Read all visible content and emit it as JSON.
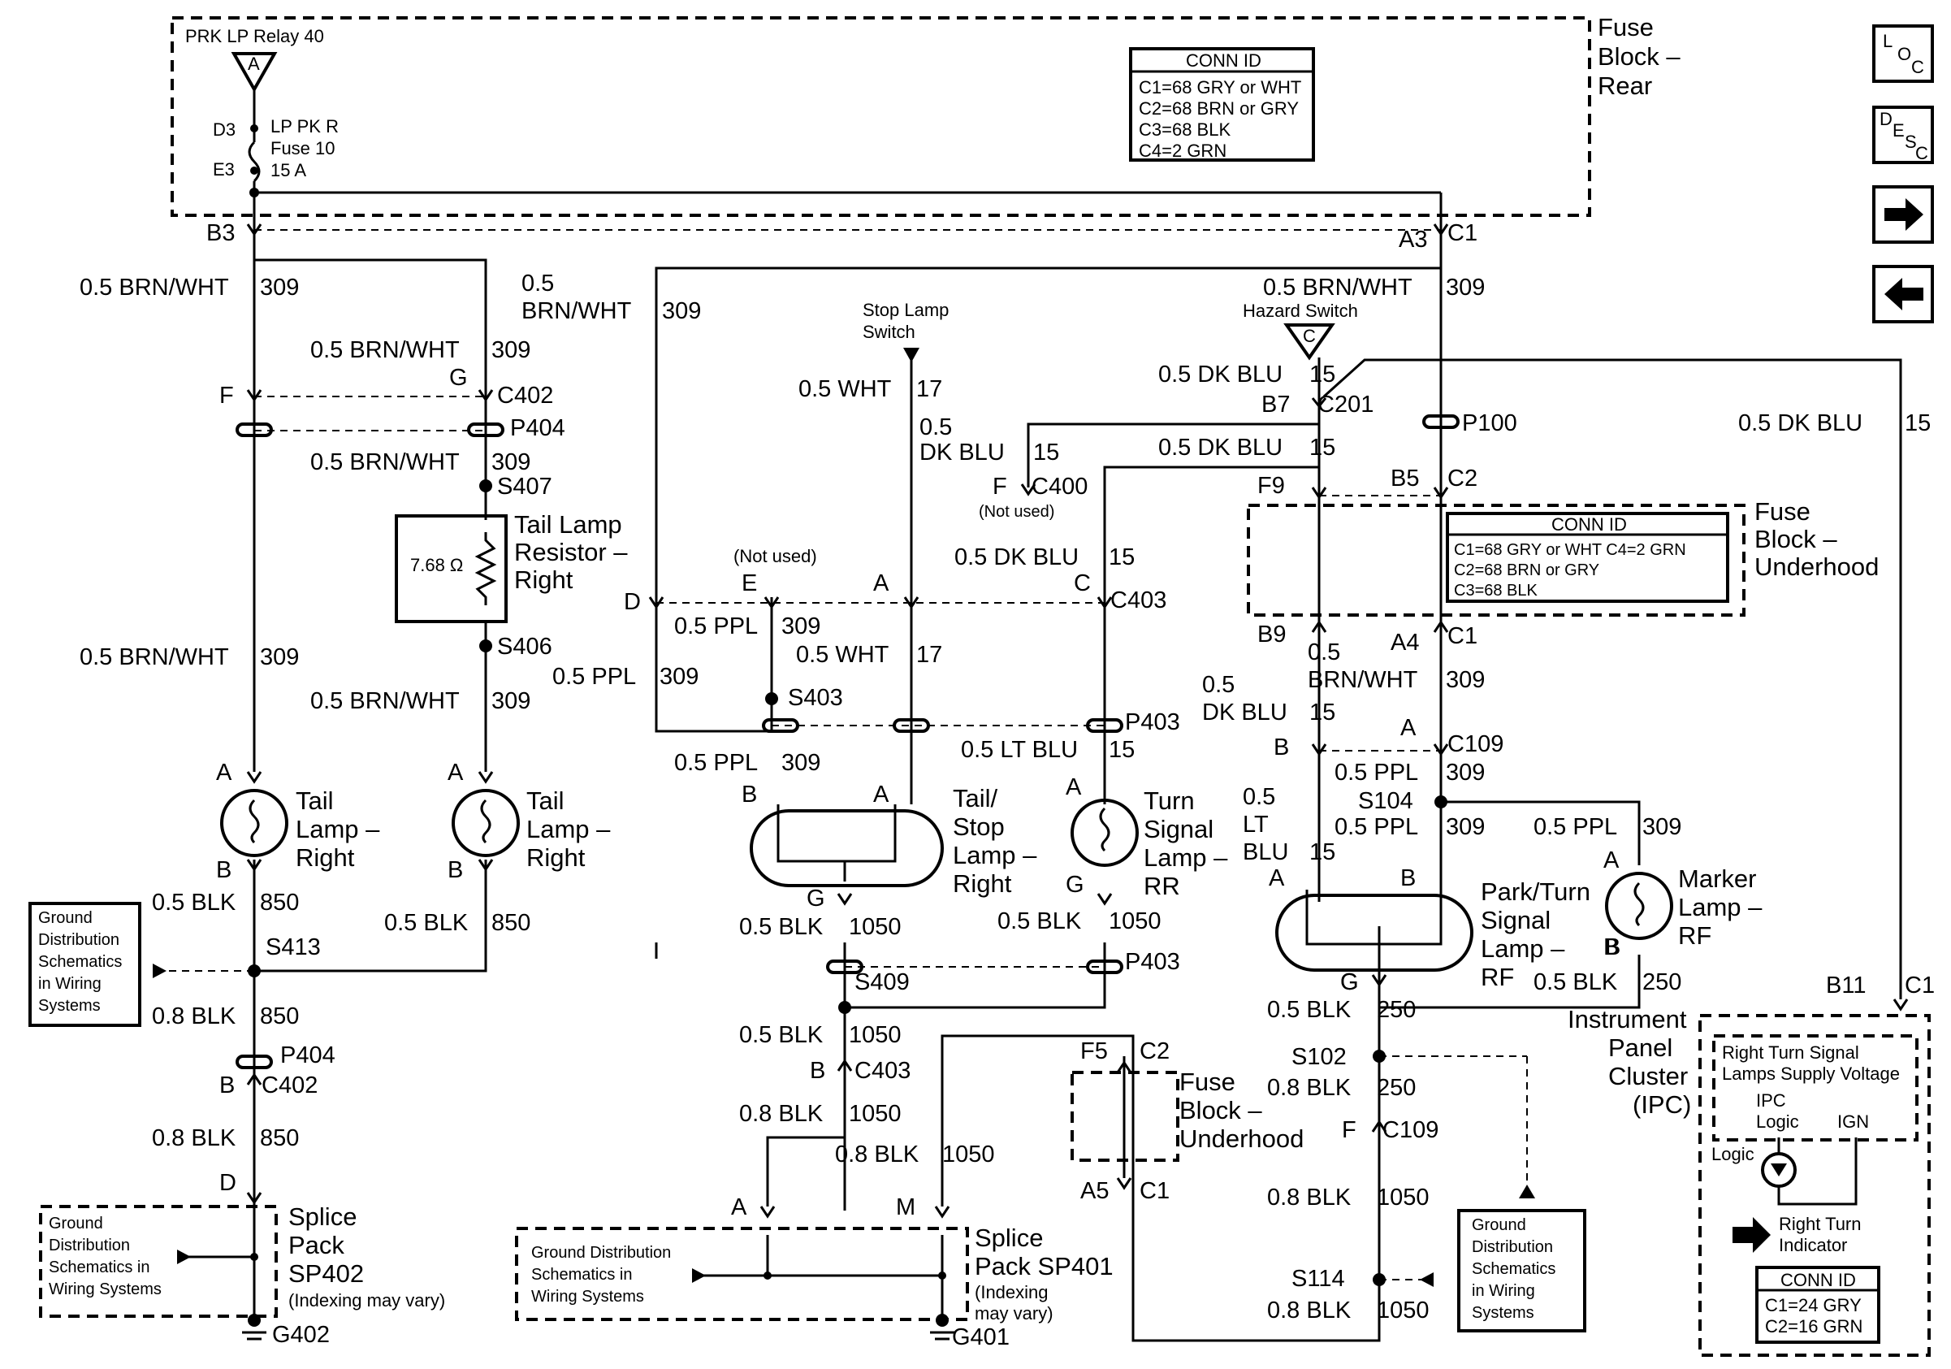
{
  "fuse_block_rear": {
    "title": [
      "Fuse",
      "Block –",
      "Rear"
    ],
    "relay": "PRK LP Relay 40",
    "relay_tag": "A",
    "fuse_pins": [
      "D3",
      "E3"
    ],
    "fuse_label": [
      "LP PK R",
      "Fuse 10",
      "15 A"
    ],
    "conn_title": "CONN ID",
    "conn_lines": [
      "C1=68 GRY or WHT",
      "C2=68 BRN or GRY",
      "C3=68 BLK",
      "C4=2 GRN"
    ]
  },
  "fuse_block_underhood": {
    "title": [
      "Fuse",
      "Block –",
      "Underhood"
    ],
    "conn_title": "CONN ID",
    "conn_lines": [
      "C1=68 GRY or WHT   C4=2 GRN",
      "C2=68 BRN or GRY",
      "C3=68 BLK"
    ]
  },
  "fuse_block_underhood_lower": {
    "title": [
      "Fuse",
      "Block –",
      "Underhood"
    ]
  },
  "nav_buttons": {
    "loc": [
      "L",
      "O",
      "C"
    ],
    "desc": [
      "D",
      "E",
      "S",
      "C"
    ]
  },
  "components": {
    "tail_resistor": [
      "Tail Lamp",
      "Resistor –",
      "Right"
    ],
    "resistor_value": "7.68 Ω",
    "tail_lamp_1": [
      "Tail",
      "Lamp –",
      "Right"
    ],
    "tail_lamp_2": [
      "Tail",
      "Lamp –",
      "Right"
    ],
    "tail_stop": [
      "Tail/",
      "Stop",
      "Lamp –",
      "Right"
    ],
    "turn_rr": [
      "Turn",
      "Signal",
      "Lamp –",
      "RR"
    ],
    "park_turn_rf": [
      "Park/Turn",
      "Signal",
      "Lamp –",
      "RF"
    ],
    "marker_rf": [
      "Marker",
      "Lamp –",
      "RF"
    ],
    "stop_switch": [
      "Stop Lamp",
      "Switch"
    ],
    "hazard_switch": "Hazard Switch",
    "hazard_tag": "C",
    "ipc": [
      "Instrument",
      "Panel",
      "Cluster",
      "(IPC)"
    ],
    "ipc_supply": [
      "Right Turn Signal",
      "Lamps Supply Voltage"
    ],
    "ipc_logic": [
      "IPC",
      "Logic"
    ],
    "ipc_ign": "IGN",
    "ipc_logic2": "Logic",
    "right_turn_indicator": [
      "Right Turn",
      "Indicator"
    ],
    "ipc_conn_title": "CONN ID",
    "ipc_conn_lines": [
      "C1=24 GRY",
      "C2=16 GRN"
    ],
    "sp402": [
      "Splice",
      "Pack",
      "SP402"
    ],
    "sp402_note": "(Indexing may vary)",
    "sp401": [
      "Splice",
      "Pack SP401"
    ],
    "sp401_note": [
      "(Indexing",
      "may vary)"
    ],
    "gnd_dist_1": [
      "Ground",
      "Distribution",
      "Schematics",
      "in Wiring",
      "Systems"
    ],
    "gnd_dist_2": [
      "Ground",
      "Distribution",
      "Schematics in",
      "Wiring Systems"
    ],
    "gnd_dist_3": [
      "Ground Distribution",
      "Schematics in",
      "Wiring Systems"
    ],
    "gnd_dist_4": [
      "Ground",
      "Distribution",
      "Schematics",
      "in Wiring",
      "Systems"
    ]
  },
  "wire_labels": [
    "0.5 BRN/WHT",
    "309",
    "0.5 BRN/WHT",
    "309",
    "0.5",
    "BRN/WHT",
    "309",
    "0.5 BRN/WHT",
    "309",
    "0.5 BRN/WHT",
    "309",
    "0.5 BRN/WHT",
    "309",
    "0.5 BRN/WHT",
    "309",
    "0.5 WHT",
    "17",
    "0.5",
    "DK BLU",
    "15",
    "0.5 DK BLU",
    "15",
    "0.5 DK BLU",
    "15",
    "0.5 DK BLU",
    "15",
    "0.5 DK BLU",
    "15",
    "0.5 PPL",
    "309",
    "0.5 WHT",
    "17",
    "0.5 PPL",
    "309",
    "0.5 PPL",
    "309",
    "0.5 LT BLU",
    "15",
    "0.5",
    "BRN/WHT",
    "309",
    "0.5",
    "DK BLU",
    "15",
    "0.5 PPL",
    "309",
    "0.5",
    "LT",
    "BLU",
    "15",
    "0.5 PPL",
    "309",
    "0.5 PPL",
    "309",
    "0.5 BLK",
    "850",
    "0.5 BLK",
    "850",
    "0.8 BLK",
    "850",
    "0.8 BLK",
    "850",
    "0.5 BLK",
    "1050",
    "0.5 BLK",
    "1050",
    "0.5 BLK",
    "1050",
    "0.8 BLK",
    "1050",
    "0.8 BLK",
    "1050",
    "0.5 BLK",
    "250",
    "0.5 BLK",
    "250",
    "0.8 BLK",
    "250",
    "0.8 BLK",
    "1050",
    "0.8 BLK",
    "1050"
  ],
  "connector_labels": [
    "B3",
    "A3",
    "C1",
    "F",
    "G",
    "C402",
    "P404",
    "S407",
    "S406",
    "D",
    "E",
    "(Not used)",
    "A",
    "C",
    "C403",
    "F",
    "C400",
    "(Not used)",
    "B7",
    "C201",
    "P100",
    "F9",
    "B5",
    "C2",
    "B9",
    "A4",
    "C1",
    "S403",
    "P403",
    "B",
    "A",
    "C109",
    "S104",
    "A",
    "B",
    "A",
    "B",
    "B",
    "A",
    "A",
    "G",
    "A",
    "B",
    "G",
    "B",
    "G",
    "P403",
    "S409",
    "S413",
    "P404",
    "B",
    "C402",
    "D",
    "G402",
    "B",
    "C403",
    "A",
    "M",
    "G401",
    "F5",
    "C2",
    "A5",
    "C1",
    "G",
    "S102",
    "F",
    "C109",
    "S114",
    "A",
    "B",
    "B11",
    "C1"
  ]
}
